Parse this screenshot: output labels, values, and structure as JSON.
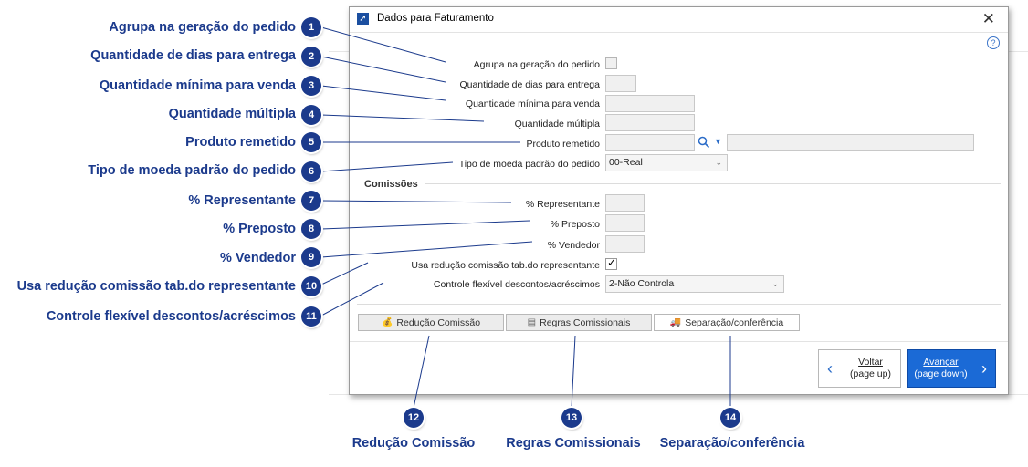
{
  "dialog": {
    "title": "Dados para Faturamento",
    "help_symbol": "?",
    "close_symbol": "✕"
  },
  "form": {
    "agrupa_label": "Agrupa na geração do pedido",
    "agrupa_checked": false,
    "dias_label": "Quantidade de dias para entrega",
    "dias_value": "",
    "qtd_min_label": "Quantidade mínima para venda",
    "qtd_min_value": "",
    "qtd_mult_label": "Quantidade múltipla",
    "qtd_mult_value": "",
    "produto_label": "Produto remetido",
    "produto_value": "",
    "produto_desc": "",
    "moeda_label": "Tipo de moeda padrão do pedido",
    "moeda_value": "00-Real",
    "comissoes_title": "Comissões",
    "representante_label": "% Representante",
    "preposto_label": "% Preposto",
    "vendedor_label": "% Vendedor",
    "usa_reducao_label": "Usa redução comissão tab.do representante",
    "usa_reducao_checked": true,
    "controle_label": "Controle flexível descontos/acréscimos",
    "controle_value": "2-Não Controla"
  },
  "buttons": {
    "reducao": "Redução Comissão",
    "regras": "Regras Comissionais",
    "separacao": "Separação/conferência",
    "voltar_line1": "Voltar",
    "voltar_line2": "(page up)",
    "avancar_line1": "Avançar",
    "avancar_line2": "(page down)"
  },
  "callouts": [
    {
      "n": "1",
      "text": "Agrupa na geração do pedido"
    },
    {
      "n": "2",
      "text": "Quantidade de dias para entrega"
    },
    {
      "n": "3",
      "text": "Quantidade mínima para venda"
    },
    {
      "n": "4",
      "text": "Quantidade múltipla"
    },
    {
      "n": "5",
      "text": "Produto remetido"
    },
    {
      "n": "6",
      "text": "Tipo de moeda padrão do pedido"
    },
    {
      "n": "7",
      "text": "% Representante"
    },
    {
      "n": "8",
      "text": "% Preposto"
    },
    {
      "n": "9",
      "text": "% Vendedor"
    },
    {
      "n": "10",
      "text": "Usa redução comissão tab.do representante"
    },
    {
      "n": "11",
      "text": "Controle flexível descontos/acréscimos"
    },
    {
      "n": "12",
      "text": "Redução Comissão"
    },
    {
      "n": "13",
      "text": "Regras Comissionais"
    },
    {
      "n": "14",
      "text": "Separação/conferência"
    }
  ]
}
